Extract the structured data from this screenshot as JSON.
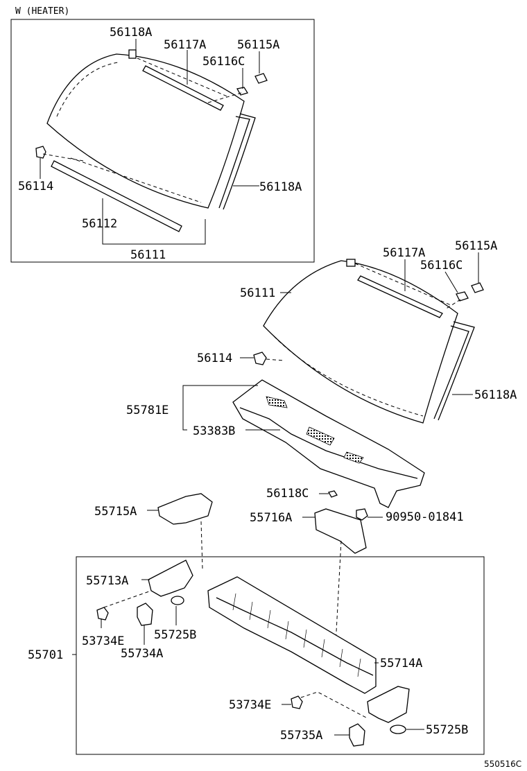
{
  "group_label": "W (HEATER)",
  "reference_code": "550516C",
  "callouts": {
    "inset_56118a_top": "56118A",
    "inset_56117a": "56117A",
    "inset_56115a": "56115A",
    "inset_56116c": "56116C",
    "inset_56114": "56114",
    "inset_56118a_right": "56118A",
    "inset_56112": "56112",
    "inset_56111": "56111",
    "main_56117a": "56117A",
    "main_56115a": "56115A",
    "main_56116c": "56116C",
    "main_56111": "56111",
    "main_56114": "56114",
    "main_56118a": "56118A",
    "main_55781e": "55781E",
    "main_53383b": "53383B",
    "main_56118c": "56118C",
    "main_55715a": "55715A",
    "main_55716a": "55716A",
    "main_90950": "90950-01841",
    "box_55713a": "55713A",
    "box_53734e_left": "53734E",
    "box_55725b_left": "55725B",
    "box_55734a": "55734A",
    "box_55701": "55701",
    "box_55714a": "55714A",
    "box_53734e_right": "53734E",
    "box_55725b_right": "55725B",
    "box_55735a": "55735A"
  }
}
